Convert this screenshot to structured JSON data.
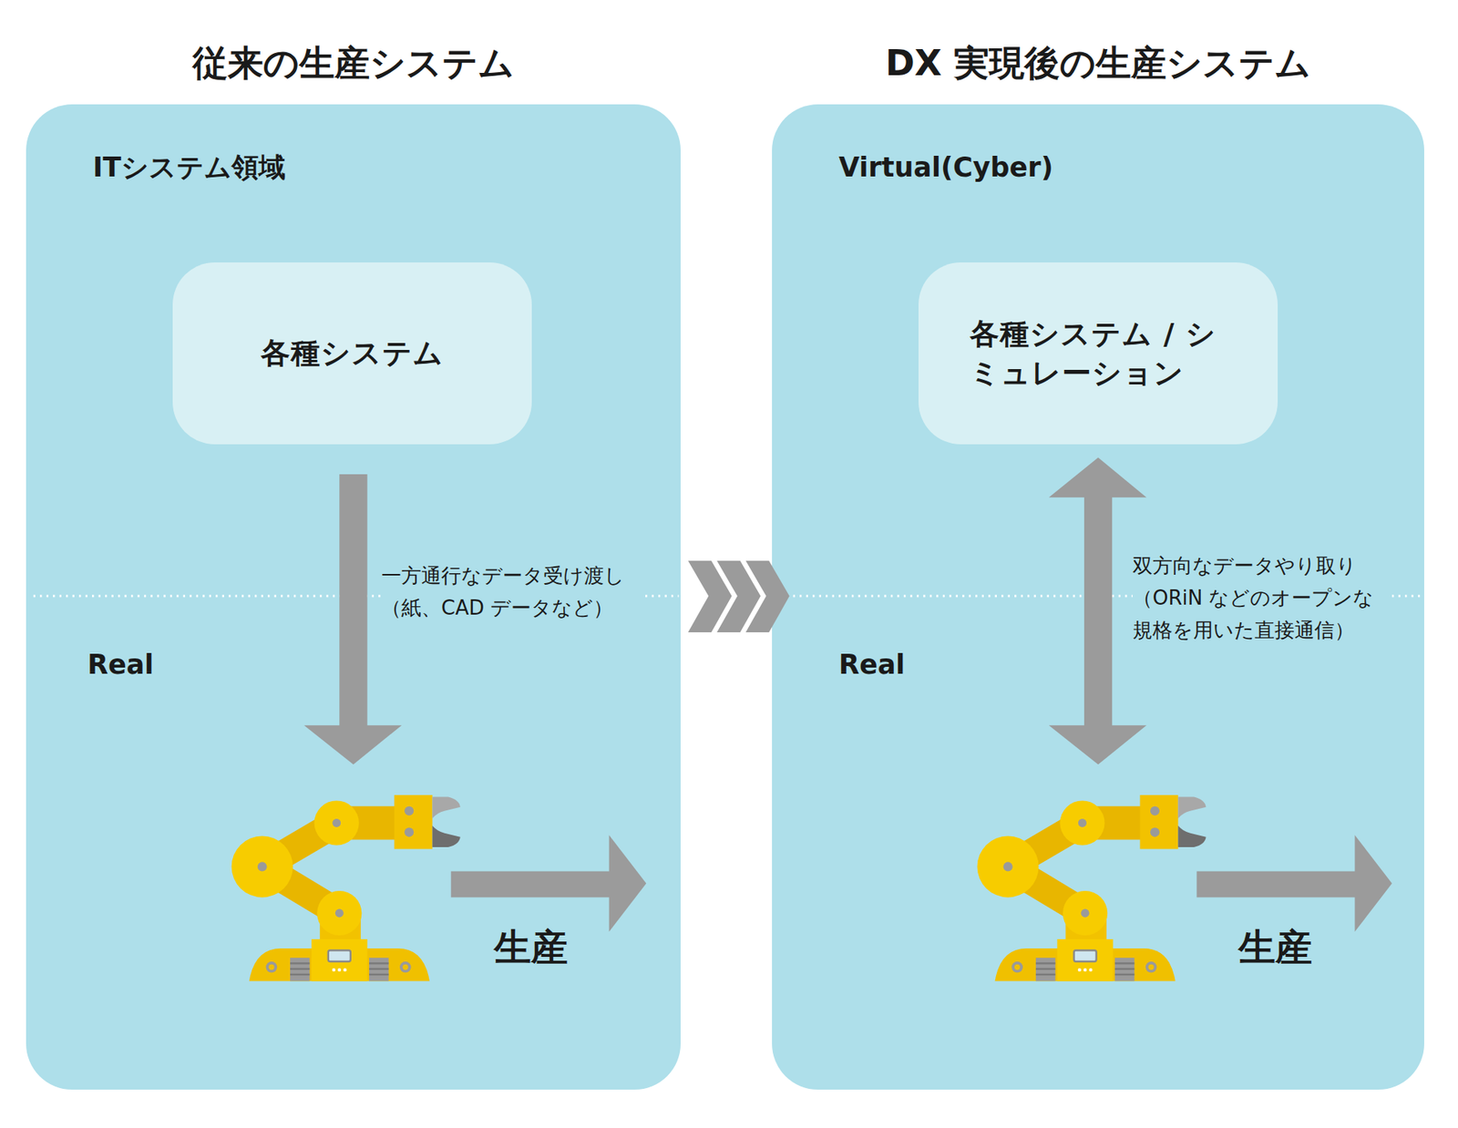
{
  "diagram": {
    "nodes": [
      {
        "text": [
          "従来の生産システム",
          "ITシステム領域",
          "Real"
        ]
      },
      {
        "text": [
          "各種システム"
        ],
        "in": 0
      },
      {
        "text": [
          "DX 実現後の生産システム",
          "Virtual(Cyber)",
          "Real"
        ]
      },
      {
        "text": [
          "各種システム / シミュレーション"
        ],
        "in": 2
      }
    ],
    "labels": [
      "一方通行なデータ受け渡し （紙、CAD データなど）",
      "双方向なデータやり取り （ORiN などのオープンな 規格を用いた直接通信）",
      "生産",
      "生産"
    ]
  }
}
